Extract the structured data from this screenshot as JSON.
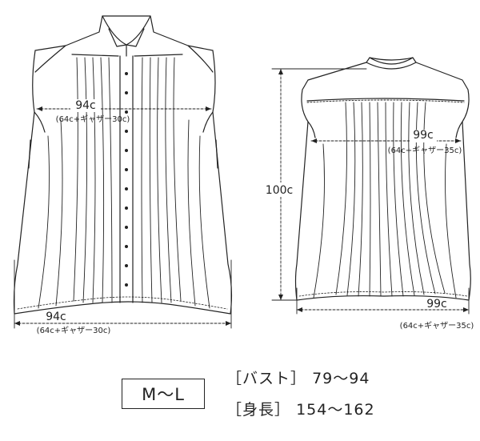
{
  "front_view": {
    "chest_width": {
      "main": "94c",
      "sub": "(64c+ギャザー30c)"
    },
    "hem_width": {
      "main": "94c",
      "sub": "(64c+ギャザー30c)"
    }
  },
  "back_view": {
    "length": {
      "main": "100c"
    },
    "chest_width": {
      "main": "99c",
      "sub": "(64c+ギャザー35c)"
    },
    "hem_width": {
      "main": "99c",
      "sub": "(64c+ギャザー35c)"
    }
  },
  "size": {
    "label": "M～L",
    "bust": {
      "label": "［バスト］",
      "value": "79～94"
    },
    "length": {
      "label": "［身長］",
      "value": "154～162"
    }
  },
  "colors": {
    "line": "#222222",
    "background": "#ffffff"
  }
}
